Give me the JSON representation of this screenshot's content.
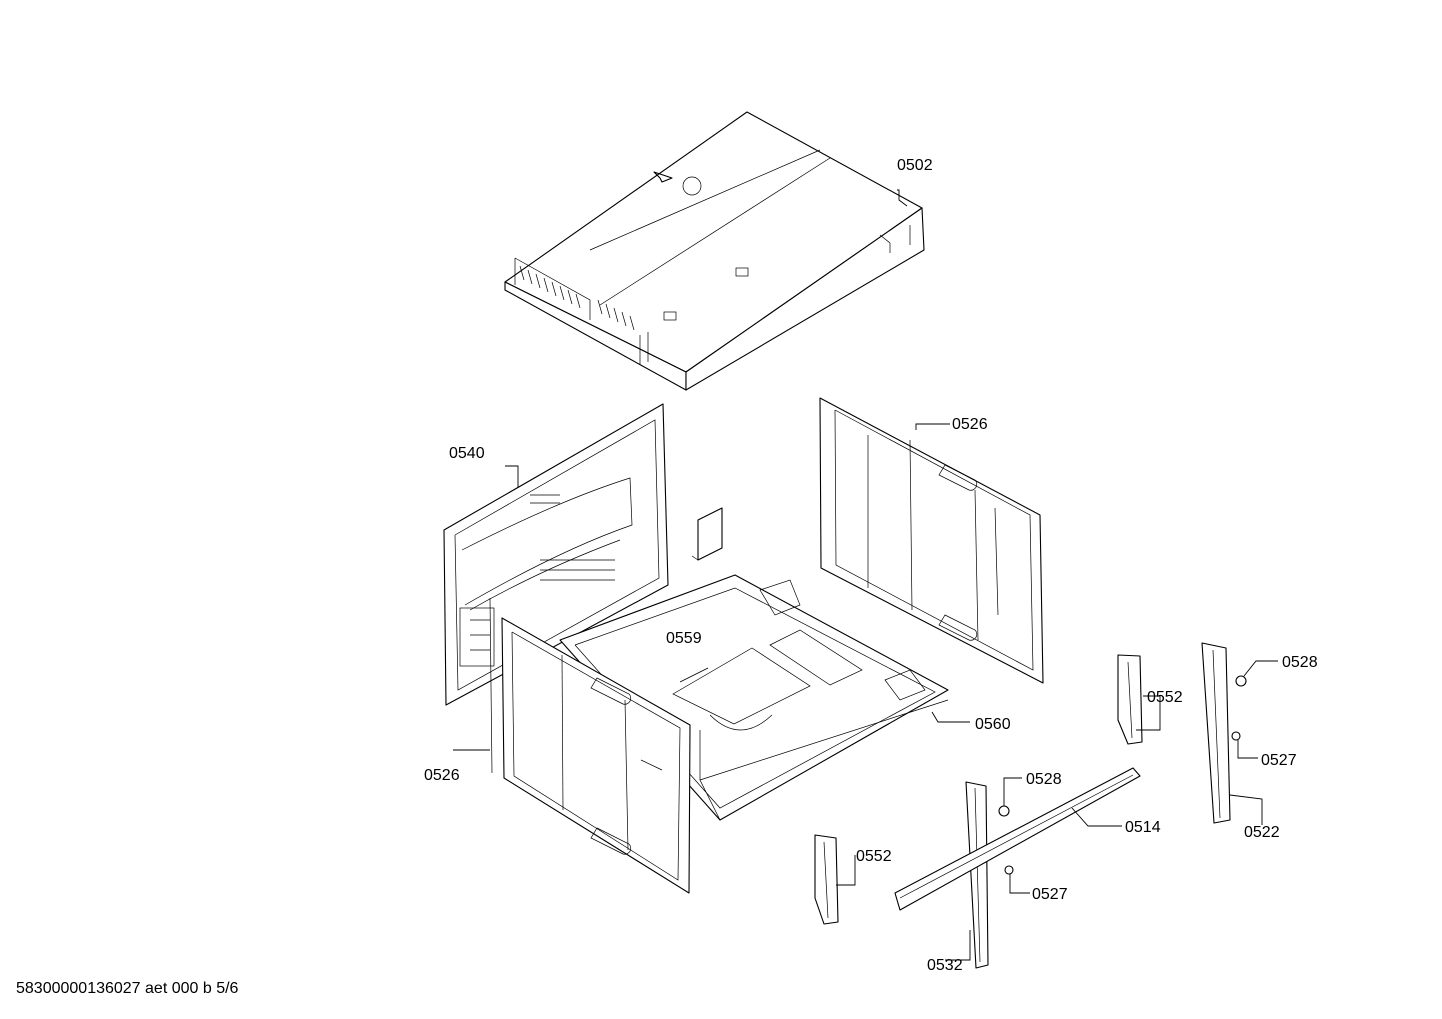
{
  "labels": {
    "p0502": "0502",
    "p0540": "0540",
    "p0526_top": "0526",
    "p0526_left": "0526",
    "p0559": "0559",
    "p0560": "0560",
    "p0552_a": "0552",
    "p0552_b": "0552",
    "p0528_a": "0528",
    "p0528_b": "0528",
    "p0527_a": "0527",
    "p0527_b": "0527",
    "p0522": "0522",
    "p0514": "0514",
    "p0532": "0532"
  },
  "footer": "58300000136027 aet 000 b 5/6"
}
